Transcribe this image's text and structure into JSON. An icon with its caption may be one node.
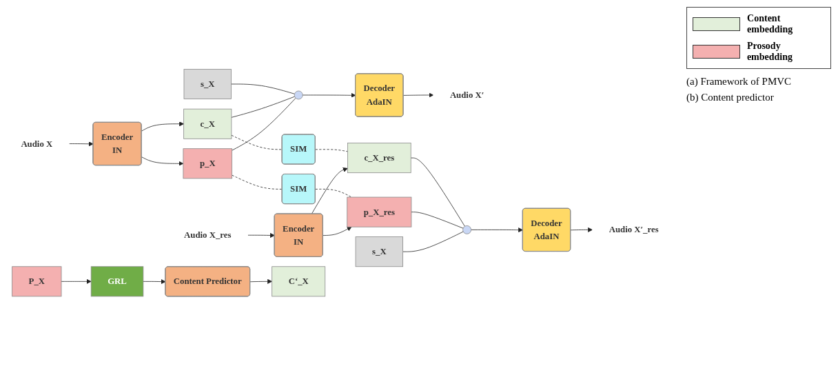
{
  "diagram": {
    "nodes": [
      {
        "text": [
          "Audio X"
        ]
      },
      {
        "text": [
          "Encoder",
          "IN"
        ]
      },
      {
        "text": [
          "c_X"
        ]
      },
      {
        "text": [
          "p_X"
        ]
      },
      {
        "text": [
          "s_X"
        ]
      },
      {
        "text": [],
        "shape": "circle"
      },
      {
        "text": [
          "Decoder",
          "AdaIN"
        ]
      },
      {
        "text": [
          "Audio X′"
        ]
      },
      {
        "text": [
          "SIM"
        ]
      },
      {
        "text": [
          "SIM"
        ]
      },
      {
        "text": [
          "Audio X_res"
        ]
      },
      {
        "text": [
          "Encoder",
          "IN"
        ]
      },
      {
        "text": [
          "c_X_res"
        ]
      },
      {
        "text": [
          "p_X_res"
        ]
      },
      {
        "text": [
          "s_X"
        ]
      },
      {
        "text": [],
        "shape": "circle"
      },
      {
        "text": [
          "Decoder",
          "AdaIN"
        ]
      },
      {
        "text": [
          "Audio X′_res"
        ]
      },
      {
        "text": [
          "C‘_X"
        ]
      },
      {
        "text": [
          "Content Predictor"
        ]
      },
      {
        "text": [
          "GRL"
        ]
      },
      {
        "text": [
          "P_X"
        ]
      }
    ],
    "edges": [
      {
        "from": 0,
        "to": 1,
        "arrow": "to"
      },
      {
        "from": 1,
        "to": 2,
        "arrow": "to"
      },
      {
        "from": 1,
        "to": 3,
        "arrow": "to"
      },
      {
        "from": 4,
        "to": 5,
        "arrow": "none"
      },
      {
        "from": 2,
        "to": 5,
        "arrow": "none"
      },
      {
        "from": 3,
        "to": 5,
        "arrow": "none"
      },
      {
        "from": 5,
        "to": 6,
        "arrow": "to"
      },
      {
        "from": 6,
        "to": 7,
        "arrow": "to"
      },
      {
        "from": 2,
        "to": 8,
        "arrow": "none",
        "style": "dashed"
      },
      {
        "from": 8,
        "to": 12,
        "arrow": "none",
        "style": "dashed"
      },
      {
        "from": 3,
        "to": 9,
        "arrow": "none",
        "style": "dashed"
      },
      {
        "from": 9,
        "to": 13,
        "arrow": "none",
        "style": "dashed"
      },
      {
        "from": 10,
        "to": 11,
        "arrow": "to"
      },
      {
        "from": 11,
        "to": 12,
        "arrow": "to"
      },
      {
        "from": 11,
        "to": 13,
        "arrow": "to"
      },
      {
        "from": 12,
        "to": 15,
        "arrow": "none"
      },
      {
        "from": 13,
        "to": 15,
        "arrow": "none"
      },
      {
        "from": 14,
        "to": 15,
        "arrow": "none"
      },
      {
        "from": 15,
        "to": 16,
        "arrow": "to"
      },
      {
        "from": 16,
        "to": 17,
        "arrow": "to"
      },
      {
        "from": 21,
        "to": 20,
        "arrow": "to"
      },
      {
        "from": 20,
        "to": 19,
        "arrow": "to"
      },
      {
        "from": 19,
        "to": 18,
        "arrow": "to"
      }
    ],
    "labels": [
      "(a) Framework of PMVC",
      "(b) Content predictor"
    ],
    "legend": [
      {
        "text": "Content embedding",
        "color": "#e2efda"
      },
      {
        "text": "Prosody embedding",
        "color": "#f4b0b0"
      }
    ]
  }
}
